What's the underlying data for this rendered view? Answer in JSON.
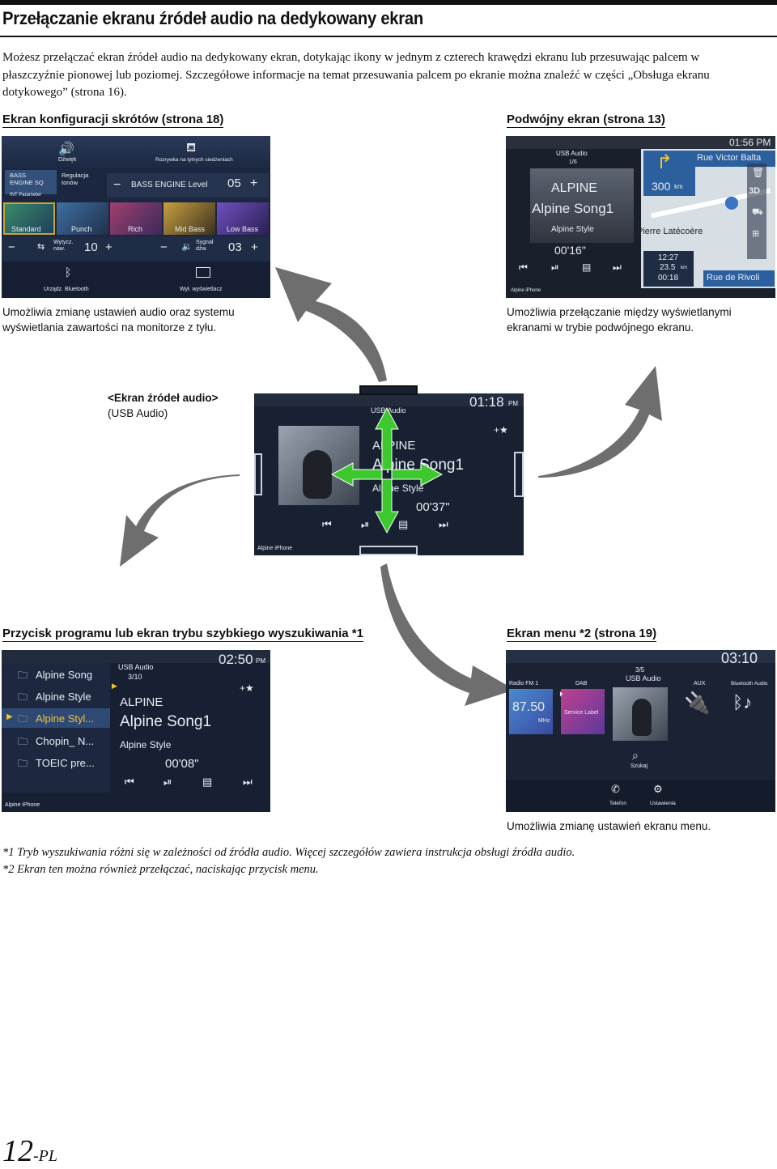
{
  "page": {
    "title": "Przełączanie ekranu źródeł audio na dedykowany ekran",
    "intro": "Możesz przełączać ekran źródeł audio na dedykowany ekran, dotykając ikony w jednym z czterech krawędzi ekranu lub przesuwając palcem w płaszczyźnie pionowej lub poziomej. Szczegółowe informacje na temat przesuwania palcem po ekranie można znaleźć w części „Obsługa ekranu dotykowego” (strona 16)."
  },
  "shortcut": {
    "heading": "Ekran konfiguracji skrótów (strona 18)",
    "caption": "Umożliwia zmianę ustawień audio oraz systemu wyświetlania zawartości na monitorze z tyłu.",
    "screen": {
      "top_label_1": "Dźwięk",
      "top_label_2": "Rozrywka na tylnych siedzeniach",
      "bass_sq": "BASS ENGINE SQ",
      "regulacja": "Regulacja tonów",
      "int_param": "INT Parameter",
      "bass_level_label": "BASS ENGINE Level",
      "bass_level_value": "05",
      "presets": [
        "Standard",
        "Punch",
        "Rich",
        "Mid Bass",
        "Low Bass"
      ],
      "wytycz_label": "Wytycz. naw.",
      "wytycz_value": "10",
      "sygnal_label": "Sygnał dźw.",
      "sygnal_value": "03",
      "bt_label": "Urządz. Bluetooth",
      "wyl_label": "Wył. wyświetlacz"
    }
  },
  "dual": {
    "heading": "Podwójny ekran (strona 13)",
    "caption": "Umożliwia przełączanie między wyświetlanymi ekranami w trybie podwójnego ekranu.",
    "screen": {
      "clock": "01:56 PM",
      "source": "USB Audio",
      "track_no": "1/6",
      "artist": "ALPINE",
      "song": "Alpine Song1",
      "album": "Alpine Style",
      "time": "00'16\"",
      "street_top": "Rue Victor Balta",
      "distance": "300",
      "distance_unit": "km",
      "place": "Pierre Latécoère",
      "eta": "12:27",
      "dist_left": "23.5",
      "dist_left_unit": "km",
      "duration": "00:18",
      "street_bottom": "Rue de Rivoli",
      "btn_3d": "3D",
      "footer": "Alpine iPhone"
    }
  },
  "audio": {
    "label_1": "<Ekran źródeł audio>",
    "label_2": "(USB Audio)",
    "screen": {
      "clock": "01:18",
      "clock_pm": "PM",
      "source": "USB Audio",
      "artist": "ALPINE",
      "song": "Alpine Song1",
      "album": "Alpine Style",
      "time": "00'37\"",
      "footer": "Alpine iPhone"
    }
  },
  "quick": {
    "heading": "Przycisk programu lub ekran trybu szybkiego wyszukiwania *1",
    "screen": {
      "clock": "02:50",
      "clock_pm": "PM",
      "source": "USB Audio",
      "track_no": "3/10",
      "list": [
        "Alpine Song",
        "Alpine Style",
        "Alpine Styl...",
        "Chopin_ N...",
        "TOEIC pre..."
      ],
      "artist": "ALPINE",
      "song": "Alpine Song1",
      "album": "Alpine Style",
      "time": "00'08\"",
      "footer": "Alpine iPhone"
    }
  },
  "menu": {
    "heading": "Ekran menu *2 (strona 19)",
    "caption": "Umożliwia zmianę ustawień ekranu menu.",
    "screen": {
      "clock": "03:10",
      "track_no": "3/5",
      "source": "USB Audio",
      "radio": "Radio FM 1",
      "freq": "87.50",
      "freq_unit": "MHz",
      "dab": "DAB",
      "service": "Service Label",
      "aux": "AUX",
      "bt": "Bluetooth Audio",
      "search": "Szukaj",
      "phone": "Telefon",
      "settings": "Ustawienia"
    }
  },
  "footnotes": {
    "note1": "*1  Tryb wyszukiwania różni się w zależności od źródła audio. Więcej szczegółów zawiera instrukcja obsługi źródła audio.",
    "note2": "*2  Ekran ten można również przełączać, naciskając przycisk menu."
  },
  "page_number": {
    "number": "12",
    "suffix": "-PL"
  },
  "colors": {
    "arrow_gray": "#6e6e6e",
    "swipe_green": "#3ec82f",
    "screen_bg": "#1a2335"
  }
}
